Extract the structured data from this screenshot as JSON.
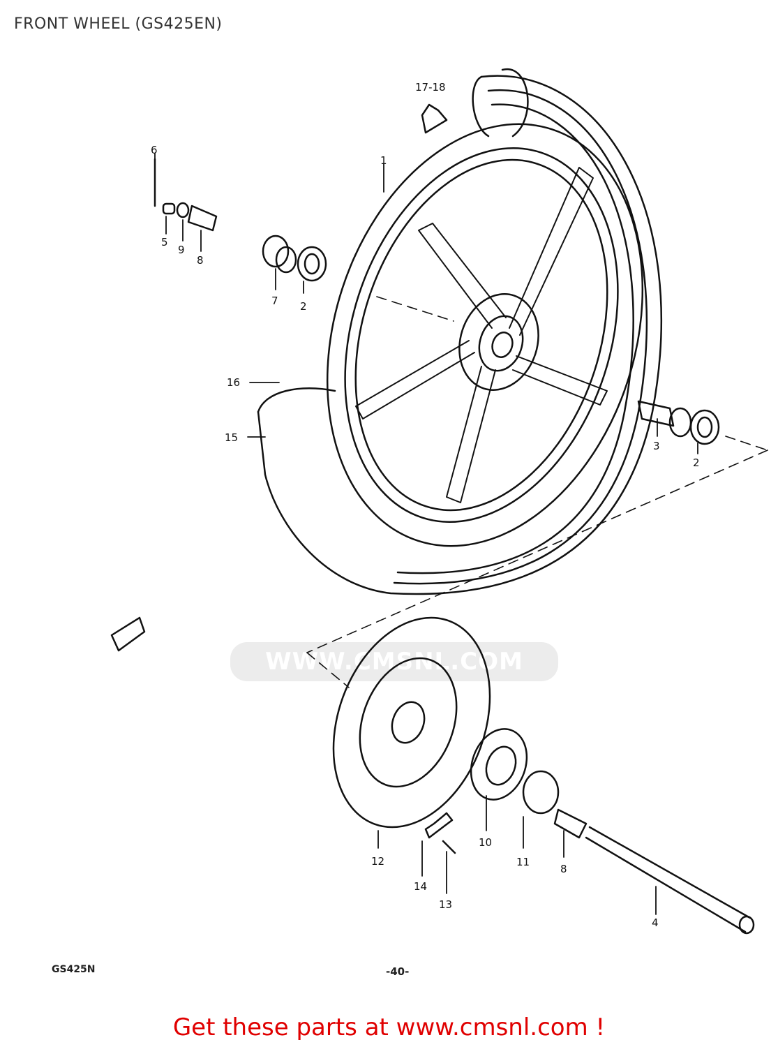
{
  "header": {
    "title": "FRONT WHEEL (GS425EN)"
  },
  "diagram": {
    "callouts": [
      "17-18",
      "6",
      "1",
      "5",
      "9",
      "8",
      "7",
      "2",
      "16",
      "15",
      "3",
      "2",
      "12",
      "10",
      "11",
      "8",
      "14",
      "13",
      "4"
    ]
  },
  "watermark": {
    "text": "WWW.CMSNL.COM"
  },
  "footer": {
    "model_code": "GS425N",
    "page_number": "-40-",
    "cta": "Get these parts at www.cmsnl.com !"
  },
  "colors": {
    "cta": "#e00000",
    "line": "#111111"
  }
}
